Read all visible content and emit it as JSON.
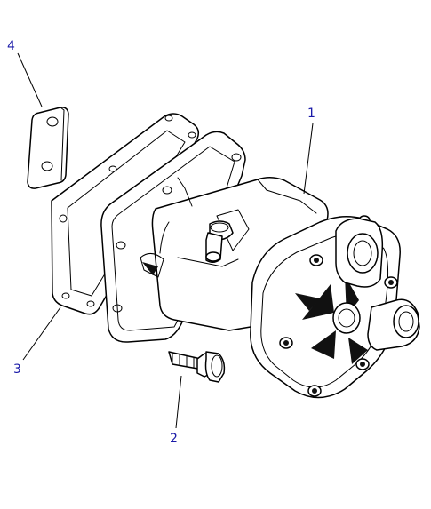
{
  "callouts": [
    {
      "id": "1",
      "label": "1"
    },
    {
      "id": "2",
      "label": "2"
    },
    {
      "id": "3",
      "label": "3"
    },
    {
      "id": "4",
      "label": "4"
    }
  ],
  "colors": {
    "callout_text": "#1a1aa8",
    "line": "#000000",
    "background": "#ffffff"
  }
}
